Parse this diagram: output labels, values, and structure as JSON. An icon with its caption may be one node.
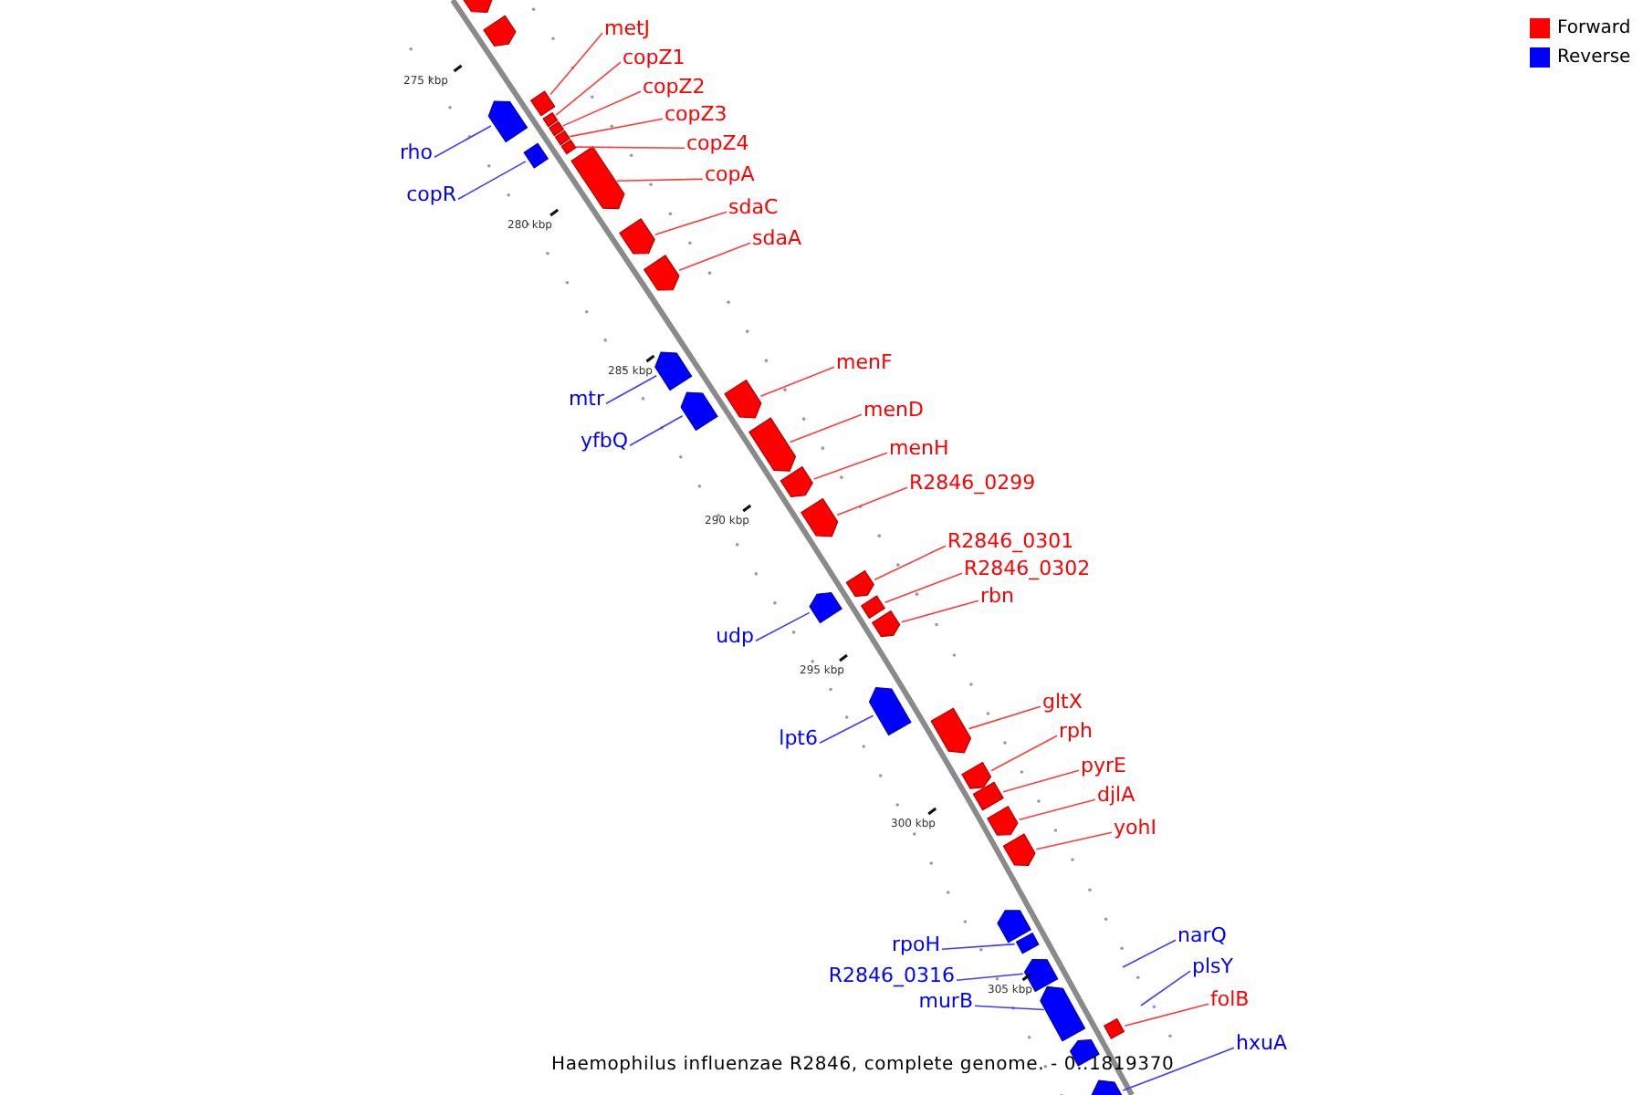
{
  "diagram": {
    "caption": "Haemophilus influenzae R2846, complete genome. - 0..1819370",
    "nodes": [
      {
        "text": [
          "metJ"
        ]
      },
      {
        "text": [
          "copZ1"
        ]
      },
      {
        "text": [
          "copZ2"
        ]
      },
      {
        "text": [
          "copZ3"
        ]
      },
      {
        "text": [
          "copZ4"
        ]
      },
      {
        "text": [
          "copA"
        ]
      },
      {
        "text": [
          "sdaC"
        ]
      },
      {
        "text": [
          "sdaA"
        ]
      },
      {
        "text": [
          "rho"
        ]
      },
      {
        "text": [
          "copR"
        ]
      },
      {
        "text": [
          "menF"
        ]
      },
      {
        "text": [
          "menD"
        ]
      },
      {
        "text": [
          "menH"
        ]
      },
      {
        "text": [
          "R2846_0299"
        ]
      },
      {
        "text": [
          "mtr"
        ]
      },
      {
        "text": [
          "yfbQ"
        ]
      },
      {
        "text": [
          "R2846_0301"
        ]
      },
      {
        "text": [
          "R2846_0302"
        ]
      },
      {
        "text": [
          "rbn"
        ]
      },
      {
        "text": [
          "udp"
        ]
      },
      {
        "text": [
          "gltX"
        ]
      },
      {
        "text": [
          "lpt6"
        ]
      },
      {
        "text": [
          "rph"
        ]
      },
      {
        "text": [
          "pyrE"
        ]
      },
      {
        "text": [
          "djlA"
        ]
      },
      {
        "text": [
          "yohI"
        ]
      },
      {
        "text": [
          "rpoH"
        ]
      },
      {
        "text": [
          "narQ"
        ]
      },
      {
        "text": [
          "R2846_0316"
        ]
      },
      {
        "text": [
          "plsY"
        ]
      },
      {
        "text": [
          "murB"
        ]
      },
      {
        "text": [
          "folB"
        ]
      },
      {
        "text": [
          "hxuA"
        ]
      },
      {
        "text": [],
        "shape": "box"
      },
      {
        "text": [],
        "shape": "box"
      },
      {
        "text": [],
        "shape": "box"
      },
      {
        "text": [],
        "shape": "box"
      },
      {
        "text": [],
        "shape": "box"
      },
      {
        "text": [],
        "shape": "box"
      },
      {
        "text": [],
        "shape": "box"
      },
      {
        "text": [],
        "shape": "box"
      },
      {
        "text": [],
        "shape": "box"
      },
      {
        "text": [],
        "shape": "box"
      },
      {
        "text": [],
        "shape": "box"
      },
      {
        "text": [],
        "shape": "box"
      },
      {
        "text": [],
        "shape": "box"
      },
      {
        "text": [],
        "shape": "box"
      },
      {
        "text": [],
        "shape": "box"
      },
      {
        "text": [],
        "shape": "box"
      },
      {
        "text": [],
        "shape": "box"
      },
      {
        "text": [],
        "shape": "box"
      },
      {
        "text": [],
        "shape": "box"
      },
      {
        "text": [],
        "shape": "box"
      },
      {
        "text": [],
        "shape": "box"
      },
      {
        "text": [],
        "shape": "box"
      },
      {
        "text": [],
        "shape": "box"
      },
      {
        "text": [],
        "shape": "box"
      },
      {
        "text": [],
        "shape": "box"
      },
      {
        "text": [],
        "shape": "box"
      },
      {
        "text": [],
        "shape": "box"
      },
      {
        "text": [],
        "shape": "box"
      },
      {
        "text": [],
        "shape": "box"
      },
      {
        "text": [],
        "shape": "box"
      },
      {
        "text": [],
        "shape": "box"
      },
      {
        "text": [],
        "shape": "box"
      },
      {
        "text": [],
        "shape": "box"
      },
      {
        "text": [],
        "shape": "box"
      },
      {
        "text": [],
        "shape": "box"
      }
    ],
    "edges": [
      {
        "from": 0,
        "to": 33,
        "arrow": "none"
      },
      {
        "from": 1,
        "to": 34,
        "arrow": "none"
      },
      {
        "from": 2,
        "to": 35,
        "arrow": "none"
      },
      {
        "from": 3,
        "to": 36,
        "arrow": "none"
      },
      {
        "from": 4,
        "to": 37,
        "arrow": "none"
      },
      {
        "from": 5,
        "to": 38,
        "arrow": "none"
      },
      {
        "from": 6,
        "to": 39,
        "arrow": "none"
      },
      {
        "from": 7,
        "to": 40,
        "arrow": "none"
      },
      {
        "from": 8,
        "to": 41,
        "arrow": "none",
        "color": "#3c3cff"
      },
      {
        "from": 9,
        "to": 42,
        "arrow": "none",
        "color": "#3c3cff"
      },
      {
        "from": 10,
        "to": 43,
        "arrow": "none"
      },
      {
        "from": 11,
        "to": 44,
        "arrow": "none"
      },
      {
        "from": 12,
        "to": 45,
        "arrow": "none"
      },
      {
        "from": 13,
        "to": 46,
        "arrow": "none"
      },
      {
        "from": 14,
        "to": 47,
        "arrow": "none",
        "color": "#3c3cff"
      },
      {
        "from": 15,
        "to": 48,
        "arrow": "none",
        "color": "#3c3cff"
      },
      {
        "from": 16,
        "to": 49,
        "arrow": "none"
      },
      {
        "from": 17,
        "to": 50,
        "arrow": "none"
      },
      {
        "from": 18,
        "to": 51,
        "arrow": "none"
      },
      {
        "from": 19,
        "to": 52,
        "arrow": "none",
        "color": "#3c3cff"
      },
      {
        "from": 20,
        "to": 53,
        "arrow": "none"
      },
      {
        "from": 21,
        "to": 54,
        "arrow": "none",
        "color": "#3c3cff"
      },
      {
        "from": 22,
        "to": 55,
        "arrow": "none"
      },
      {
        "from": 23,
        "to": 56,
        "arrow": "none"
      },
      {
        "from": 24,
        "to": 57,
        "arrow": "none"
      },
      {
        "from": 25,
        "to": 58,
        "arrow": "none"
      },
      {
        "from": 26,
        "to": 59,
        "arrow": "none",
        "color": "#3c3cff"
      },
      {
        "from": 27,
        "to": null,
        "arrow": "none",
        "color": "#3c3cff"
      },
      {
        "from": 28,
        "to": 60,
        "arrow": "none",
        "color": "#3c3cff"
      },
      {
        "from": 29,
        "to": null,
        "arrow": "none",
        "color": "#3c3cff"
      },
      {
        "from": 30,
        "to": 61,
        "arrow": "none",
        "color": "#3c3cff"
      },
      {
        "from": 31,
        "to": 62,
        "arrow": "none"
      },
      {
        "from": 32,
        "to": 63,
        "arrow": "none",
        "color": "#3c3cff"
      }
    ],
    "labels": [
      "275 kbp",
      "280 kbp",
      "285 kbp",
      "290 kbp",
      "295 kbp",
      "300 kbp",
      "305 kbp"
    ],
    "legend": [
      {
        "text": "Forward",
        "color": "#ff0000"
      },
      {
        "text": "Reverse",
        "color": "#0000ff"
      }
    ]
  }
}
